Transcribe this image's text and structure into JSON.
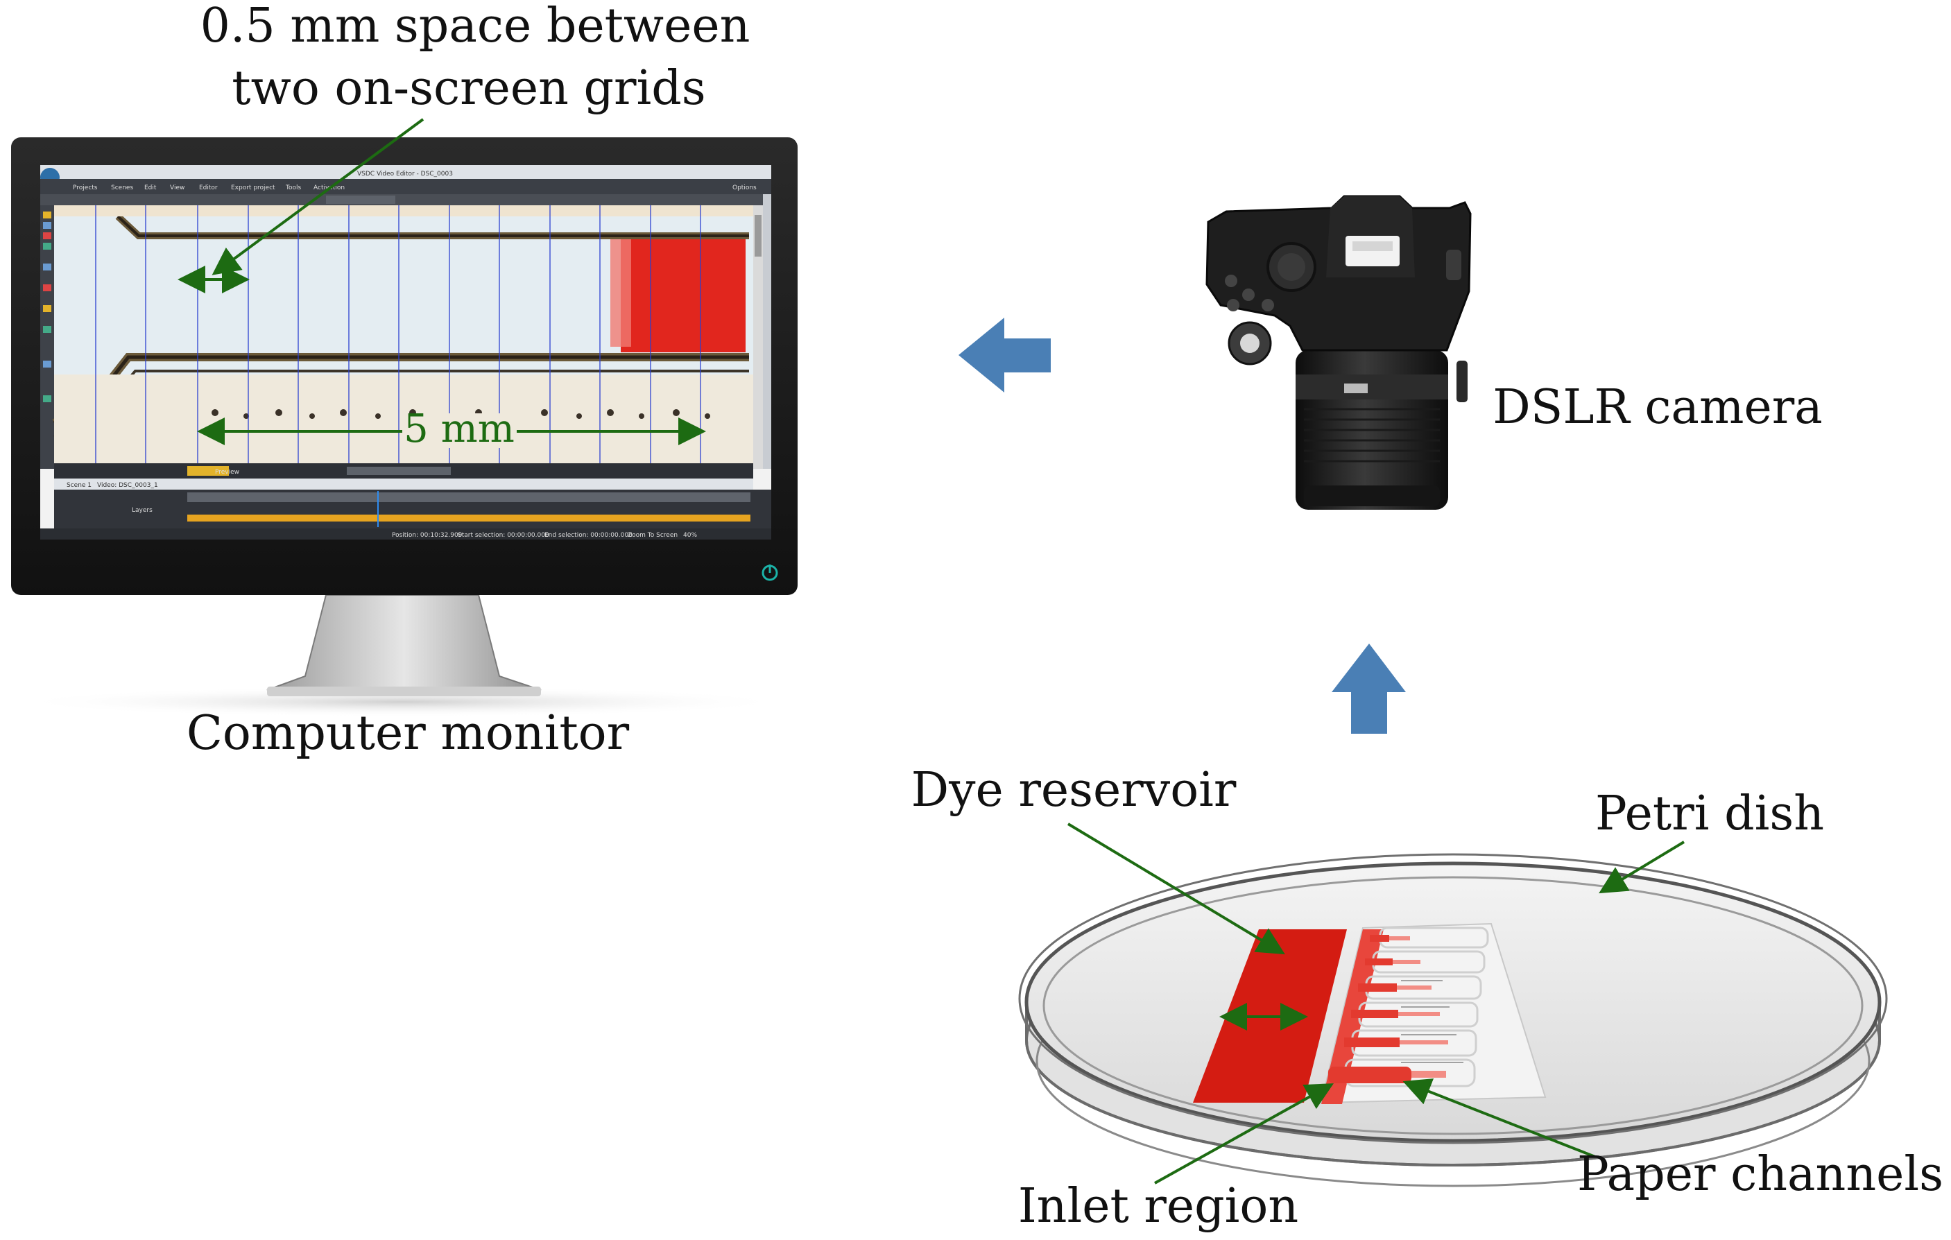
{
  "labels": {
    "grid_spacing_line1": "0.5 mm space between",
    "grid_spacing_line2": "two on-screen grids",
    "scale_5mm": "5 mm",
    "computer_monitor": "Computer monitor",
    "dslr_camera": "DSLR camera",
    "dye_reservoir": "Dye reservoir",
    "petri_dish": "Petri dish",
    "inlet_region": "Inlet region",
    "paper_channels": "Paper channels"
  },
  "screen_ui": {
    "window_title": "VSDC Video Editor - DSC_0003",
    "menu": [
      "Projects",
      "Scenes",
      "Edit",
      "View",
      "Editor",
      "Export project",
      "Tools",
      "Activation"
    ],
    "options_label": "Options",
    "scene_tab": "Scene 1",
    "video_tab": "Video: DSC_0003_1",
    "layers_label": "Layers",
    "preview_label": "Preview",
    "status_position": "Position: 00:10:32.900",
    "status_start": "Start selection: 00:00:00.000",
    "status_end": "End selection: 00:00:00.000",
    "status_zoom": "Zoom To Screen",
    "status_percent": "40%"
  },
  "colors": {
    "arrow_blue": "#4a7fb5",
    "annotation_green": "#1d6b12",
    "dye_red": "#d41c12",
    "monitor_bezel": "#1b1b1b"
  }
}
